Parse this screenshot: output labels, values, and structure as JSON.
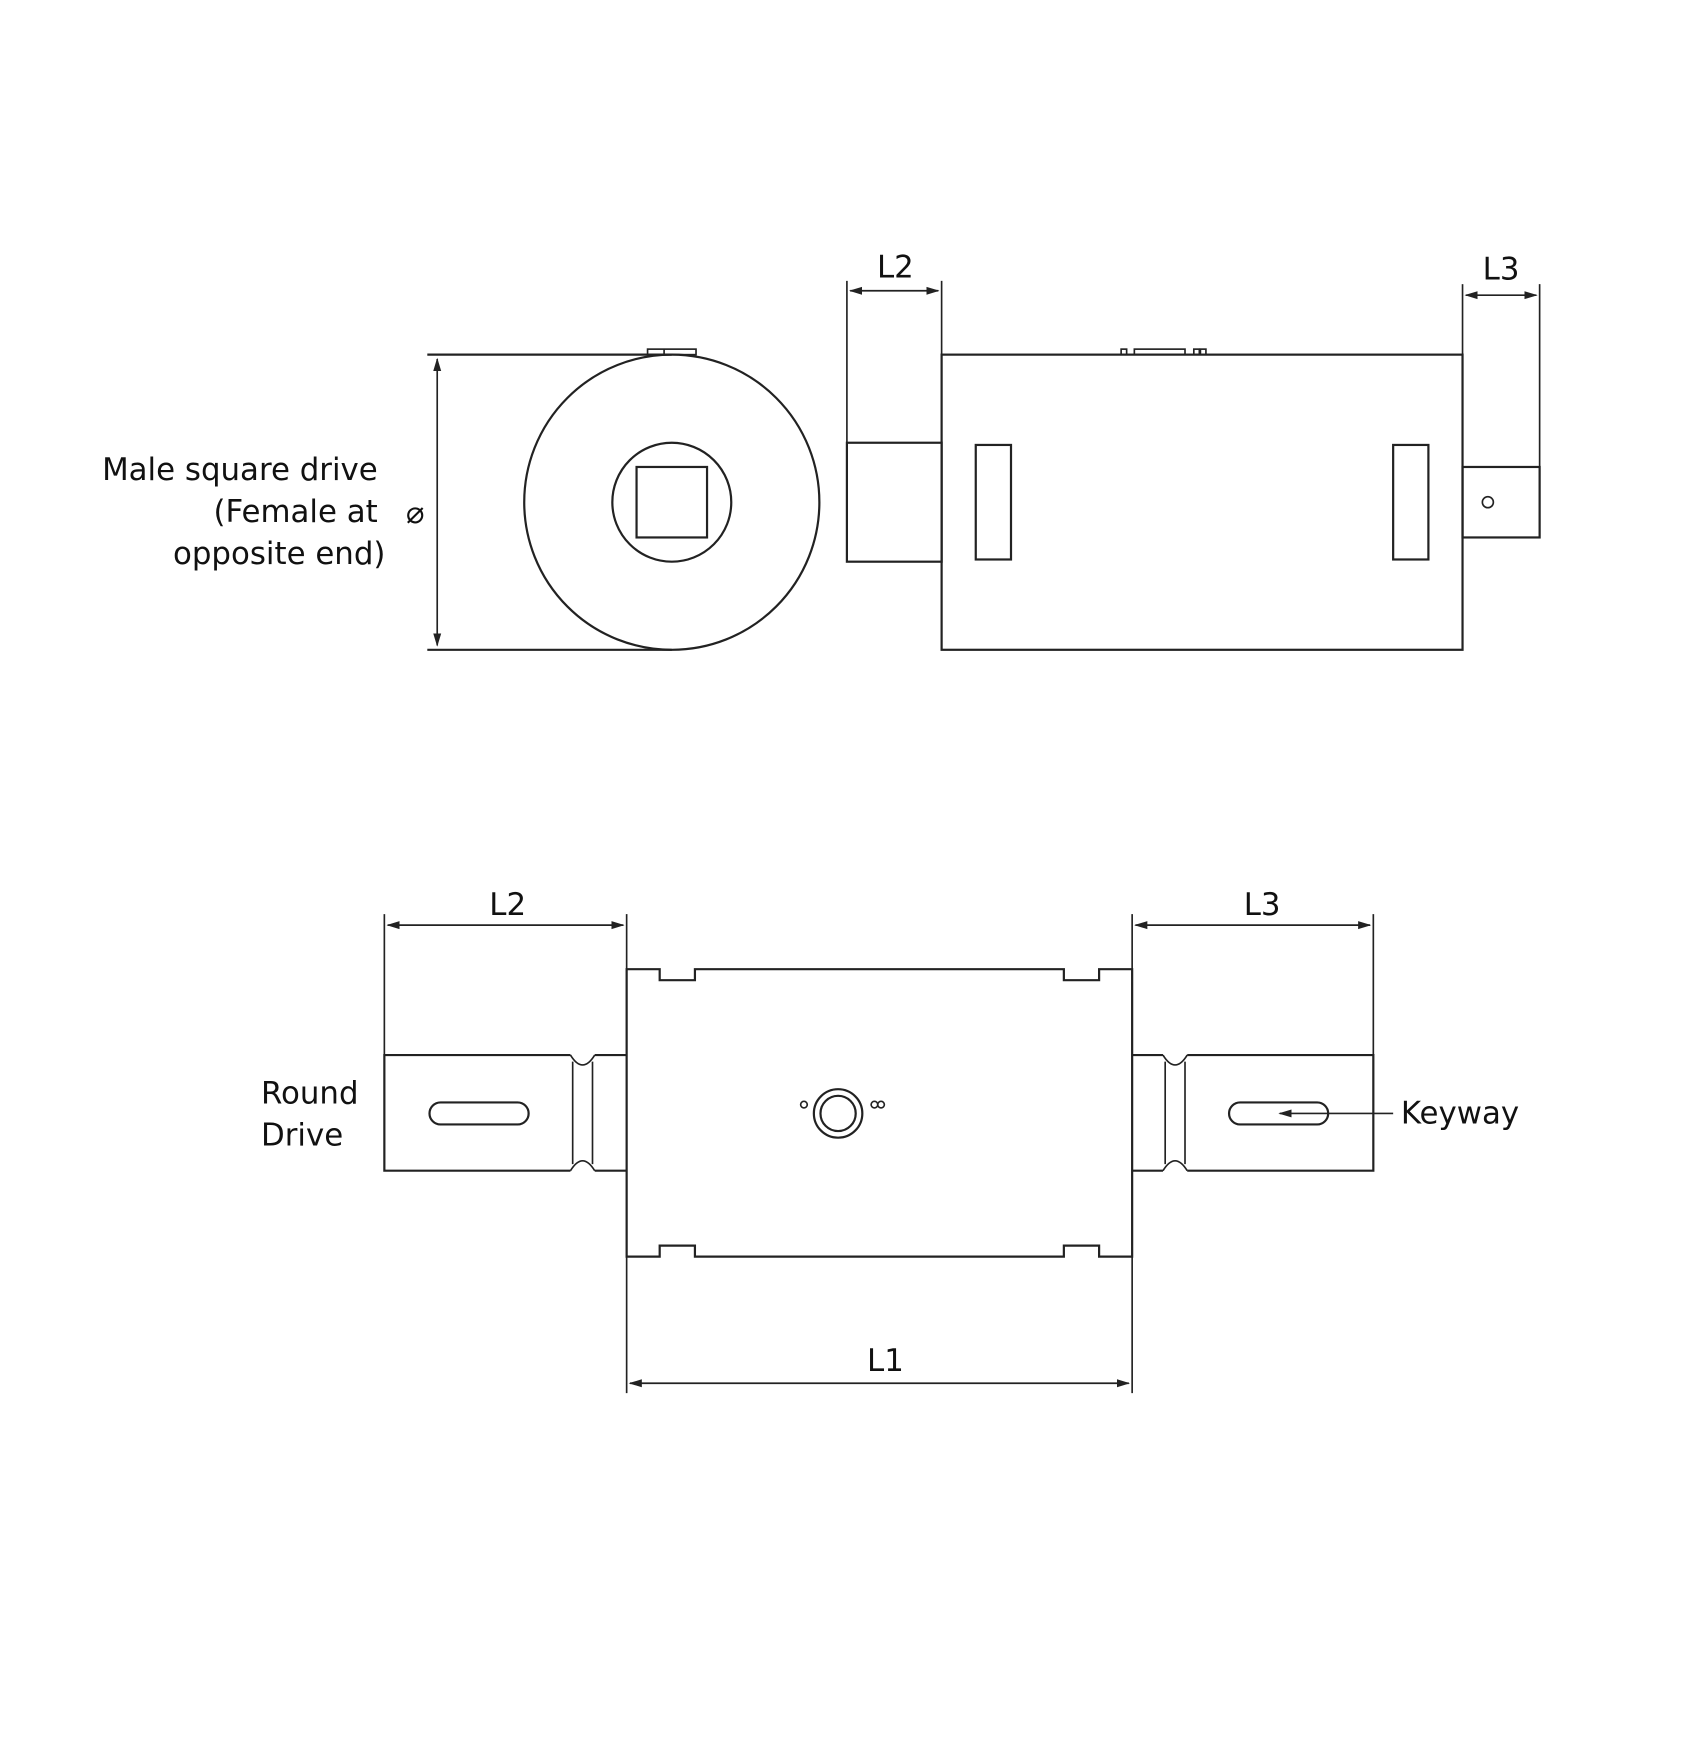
{
  "end_view": {
    "label_lines": [
      "Male square drive",
      "(Female at",
      "opposite end)"
    ],
    "diameter_symbol": "⌀"
  },
  "side_view": {
    "dim_left": "L2",
    "dim_right": "L3"
  },
  "plan_view": {
    "dim_left": "L2",
    "dim_right": "L3",
    "dim_body": "L1",
    "left_label_lines": [
      "Round",
      "Drive"
    ],
    "keyway_label": "Keyway"
  },
  "colors": {
    "line": "#222222",
    "background": "#ffffff"
  }
}
